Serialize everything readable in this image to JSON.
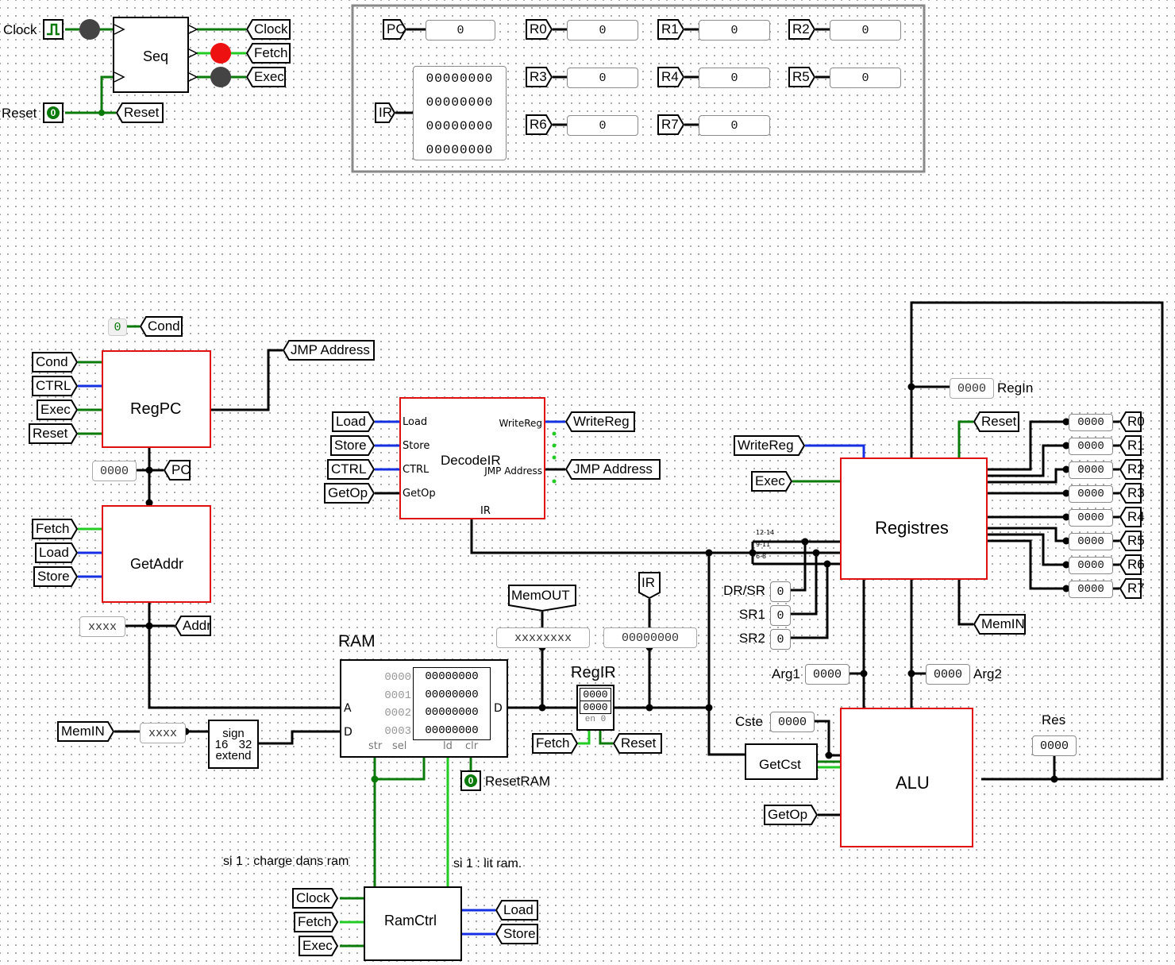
{
  "colors": {
    "accent_red": "#e01010",
    "wire_bus": "#000000",
    "wire_on": "#22cc22",
    "wire_mid": "#0a7a0a",
    "wire_blue": "#1530e0",
    "led_red": "#ee1111",
    "led_dark": "#444444",
    "frame": "#888888"
  },
  "clock": {
    "label": "Clock"
  },
  "reset": {
    "label": "Reset",
    "value": "0"
  },
  "seq": {
    "title": "Seq",
    "outputs": [
      "Clock",
      "Fetch",
      "Exec"
    ],
    "reset_tunnel": "Reset"
  },
  "regpanel": {
    "pc": {
      "label": "PC",
      "value": "0"
    },
    "ir": {
      "label": "IR",
      "rows": [
        "00000000",
        "00000000",
        "00000000",
        "00000000"
      ]
    },
    "regs": [
      {
        "label": "R0",
        "value": "0"
      },
      {
        "label": "R1",
        "value": "0"
      },
      {
        "label": "R2",
        "value": "0"
      },
      {
        "label": "R3",
        "value": "0"
      },
      {
        "label": "R4",
        "value": "0"
      },
      {
        "label": "R5",
        "value": "0"
      },
      {
        "label": "R6",
        "value": "0"
      },
      {
        "label": "R7",
        "value": "0"
      }
    ]
  },
  "cond_const": {
    "value": "0",
    "label": "Cond"
  },
  "regpc": {
    "title": "RegPC",
    "inputs": [
      "Cond",
      "CTRL",
      "Exec",
      "Reset"
    ],
    "jmp": "JMP Address",
    "pc_probe": "0000",
    "pc_tunnel": "PC"
  },
  "getaddr": {
    "title": "GetAddr",
    "inputs": [
      "Fetch",
      "Load",
      "Store"
    ],
    "addr_probe": "xxxx",
    "addr_tunnel": "Addr"
  },
  "decodeir": {
    "title": "DecodeIR",
    "inputs": [
      "Load",
      "Store",
      "CTRL",
      "GetOp"
    ],
    "ports_left": [
      "Load",
      "Store",
      "CTRL",
      "GetOp"
    ],
    "ports_right": [
      "WriteReg",
      "JMP Address"
    ],
    "port_ir": "IR",
    "outputs": [
      "WriteReg",
      "JMP Address"
    ]
  },
  "registres": {
    "title": "Registres",
    "writereg": "WriteReg",
    "exec": "Exec",
    "regin_probe": "0000",
    "regin_label": "RegIn",
    "reset": "Reset",
    "memin": "MemIN",
    "out_probes": [
      "0000",
      "0000",
      "0000",
      "0000",
      "0000",
      "0000",
      "0000",
      "0000"
    ],
    "out_labels": [
      "R0",
      "R1",
      "R2",
      "R3",
      "R4",
      "R5",
      "R6",
      "R7"
    ],
    "bits": [
      "12-14",
      "9-11",
      "6-8"
    ]
  },
  "sel": {
    "labels": [
      "DR/SR",
      "SR1",
      "SR2"
    ],
    "values": [
      "0",
      "0",
      "0"
    ]
  },
  "args": {
    "arg1_label": "Arg1",
    "arg1": "0000",
    "arg2_label": "Arg2",
    "arg2": "0000"
  },
  "memout": {
    "label": "MemOUT",
    "probe": "xxxxxxxx"
  },
  "ir_tunnel": {
    "label": "IR",
    "probe": "00000000"
  },
  "ram": {
    "title": "RAM",
    "addrs": [
      "0000",
      "0001",
      "0002",
      "0003"
    ],
    "words": [
      "00000000",
      "00000000",
      "00000000",
      "00000000"
    ],
    "port_a": "A",
    "port_d_in": "D",
    "port_d_out": "D",
    "bottom_ports": [
      "str",
      "sel",
      "ld",
      "clr"
    ]
  },
  "memin": {
    "label": "MemIN",
    "probe": "xxxx"
  },
  "signext": {
    "line1": "sign",
    "line2a": "16",
    "line2b": "32",
    "line3": "extend"
  },
  "regir": {
    "title": "RegIR",
    "rows": [
      "0000",
      "0000"
    ],
    "en": "en 0",
    "fetch": "Fetch",
    "reset": "Reset"
  },
  "resetram": {
    "value": "0",
    "label": "ResetRAM"
  },
  "alu": {
    "title": "ALU",
    "cste_label": "Cste",
    "cste": "0000",
    "getcst": "GetCst",
    "getop": "GetOp",
    "res_label": "Res",
    "res": "0000"
  },
  "ramctrl": {
    "title": "RamCtrl",
    "inputs": [
      "Clock",
      "Fetch",
      "Exec"
    ],
    "right": [
      "Load",
      "Store"
    ],
    "note_left": "si 1 : charge dans ram",
    "note_right": "si 1 : lit ram."
  }
}
